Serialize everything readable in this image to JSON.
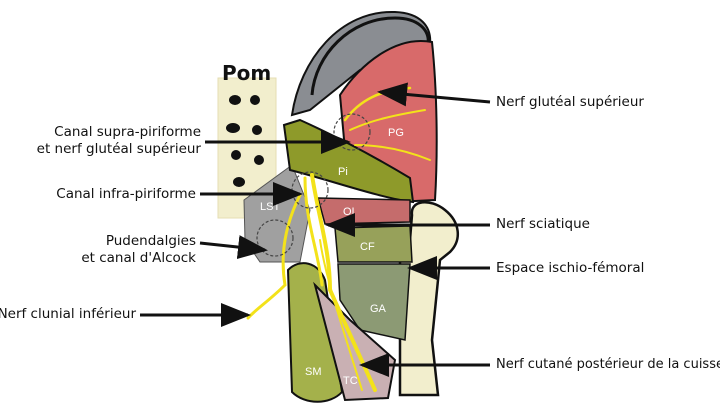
{
  "handwriting": "Pom",
  "labels_left": {
    "supra_line1": "Canal supra-piriforme",
    "supra_line2": "et nerf glutéal supérieur",
    "infra": "Canal infra-piriforme",
    "puden_line1": "Pudendalgies",
    "puden_line2": "et canal d'Alcock",
    "clunial": "Nerf clunial inférieur"
  },
  "labels_right": {
    "gluteal": "Nerf glutéal supérieur",
    "sciatic": "Nerf sciatique",
    "ischio": "Espace ischio-fémoral",
    "cutane": "Nerf cutané postérieur de la cuisse"
  },
  "muscles": {
    "pg": "PG",
    "pi": "Pi",
    "oi": "OI",
    "lst": "LST",
    "cf": "CF",
    "ga": "GA",
    "sm": "SM",
    "tc": "TC"
  },
  "colors": {
    "gluteus": "#d86a6a",
    "piriformis": "#8e9a2a",
    "quadratus": "#97a15a",
    "adductor": "#8c9a74",
    "semimem": "#a4b14b",
    "biceps": "#c9b0b3",
    "nerve": "#f3e21a",
    "bone": "#f2eecd",
    "ligament": "#a0a0a0"
  }
}
